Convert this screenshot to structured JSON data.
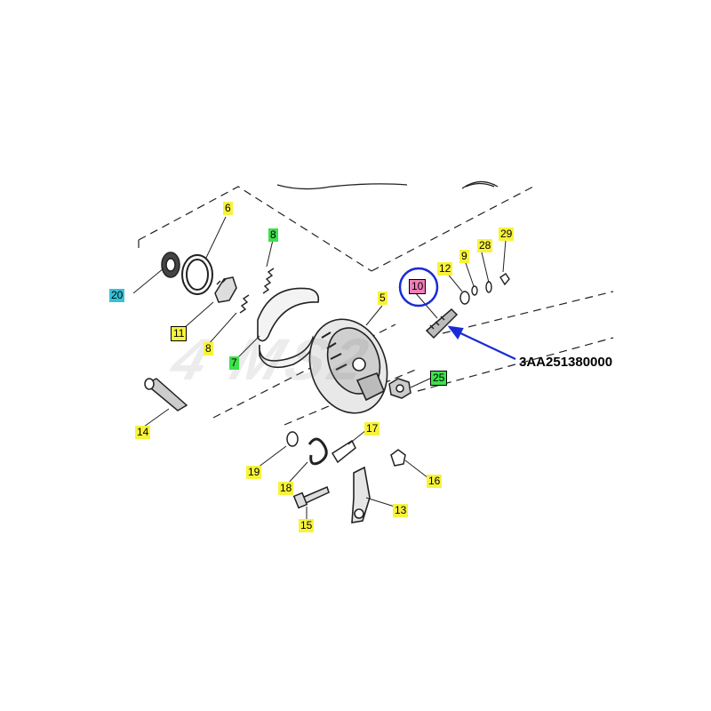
{
  "diagram": {
    "callouts": [
      {
        "id": "label-6",
        "text": "6",
        "style": "yellow"
      },
      {
        "id": "label-8-top",
        "text": "8",
        "style": "green"
      },
      {
        "id": "label-29",
        "text": "29",
        "style": "yellow"
      },
      {
        "id": "label-28",
        "text": "28",
        "style": "yellow"
      },
      {
        "id": "label-9",
        "text": "9",
        "style": "yellow"
      },
      {
        "id": "label-12",
        "text": "12",
        "style": "yellow"
      },
      {
        "id": "label-10",
        "text": "10",
        "style": "pink-boxed"
      },
      {
        "id": "label-20",
        "text": "20",
        "style": "cyan"
      },
      {
        "id": "label-5",
        "text": "5",
        "style": "yellow"
      },
      {
        "id": "label-11",
        "text": "11",
        "style": "yellow-boxed"
      },
      {
        "id": "label-8-bottom",
        "text": "8",
        "style": "yellow"
      },
      {
        "id": "label-7",
        "text": "7",
        "style": "green"
      },
      {
        "id": "label-25",
        "text": "25",
        "style": "green-boxed"
      },
      {
        "id": "label-14",
        "text": "14",
        "style": "yellow"
      },
      {
        "id": "label-17",
        "text": "17",
        "style": "yellow"
      },
      {
        "id": "label-19",
        "text": "19",
        "style": "yellow"
      },
      {
        "id": "label-16",
        "text": "16",
        "style": "yellow"
      },
      {
        "id": "label-18",
        "text": "18",
        "style": "yellow"
      },
      {
        "id": "label-13",
        "text": "13",
        "style": "yellow"
      },
      {
        "id": "label-15",
        "text": "15",
        "style": "yellow"
      }
    ],
    "part_number": "3AA251380000",
    "highlight_colors": {
      "yellow": "#f7f33b",
      "green": "#3ee04c",
      "cyan": "#36c2d6",
      "pink": "#f07fb6",
      "arrow": "#1a2ad6"
    }
  }
}
